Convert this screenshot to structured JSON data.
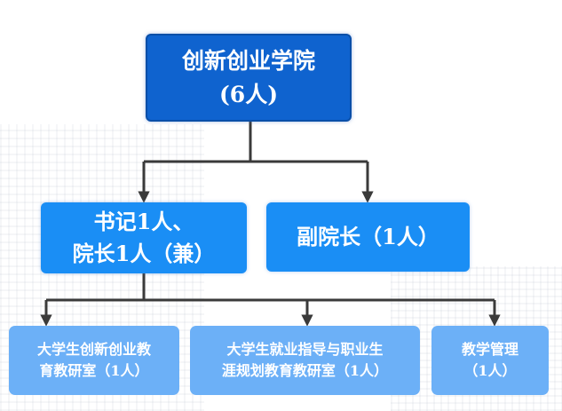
{
  "org": {
    "root": {
      "line1": "创新创业学院",
      "line2": "(6人)"
    },
    "level2": [
      {
        "line1": "书记1人、",
        "line2": "院长1人（兼）"
      },
      {
        "line1": "副院长（1人）"
      }
    ],
    "level3": [
      {
        "line1": "大学生创新创业教",
        "line2": "育教研室（1人）"
      },
      {
        "line1": "大学生就业指导与职业生",
        "line2": "涯规划教育教研室（1人）"
      },
      {
        "line1": "教学管理",
        "line2": "（1人）"
      }
    ]
  },
  "colors": {
    "root": "#0f63cf",
    "level2": "#1a8ef5",
    "level3": "#6cb0f7",
    "connector": "#3a3a3a"
  }
}
